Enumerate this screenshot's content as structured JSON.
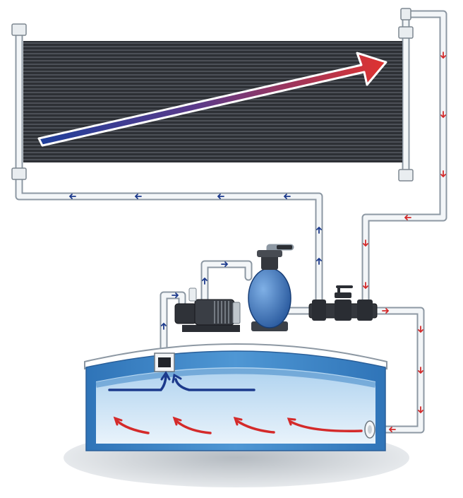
{
  "diagram": {
    "components": [
      {
        "id": "solar-collector",
        "kind": "solar-panel"
      },
      {
        "id": "return-pipe",
        "kind": "pipe",
        "flow": "cold"
      },
      {
        "id": "supply-pipe",
        "kind": "pipe",
        "flow": "warm"
      },
      {
        "id": "pump",
        "kind": "pump"
      },
      {
        "id": "sand-filter",
        "kind": "filter"
      },
      {
        "id": "valve-manifold",
        "kind": "valves"
      },
      {
        "id": "skimmer",
        "kind": "skimmer"
      },
      {
        "id": "pool",
        "kind": "above-ground-pool"
      },
      {
        "id": "return-inlet",
        "kind": "inlet"
      }
    ],
    "heating_arrow": {
      "from_color": "#1f3f9a",
      "to_color": "#e0322f"
    }
  },
  "colors": {
    "cold_flow": "#1c3a8c",
    "warm_flow": "#d42a2a",
    "pipe_outline": "#8d98a3",
    "pipe_fill": "#f3f6f8",
    "panel": "#2d3035",
    "pool_water": "#5fa3d6",
    "pool_wall": "#3f86c7",
    "filter": "#2c67b5",
    "shadow": "#c9ced3"
  }
}
